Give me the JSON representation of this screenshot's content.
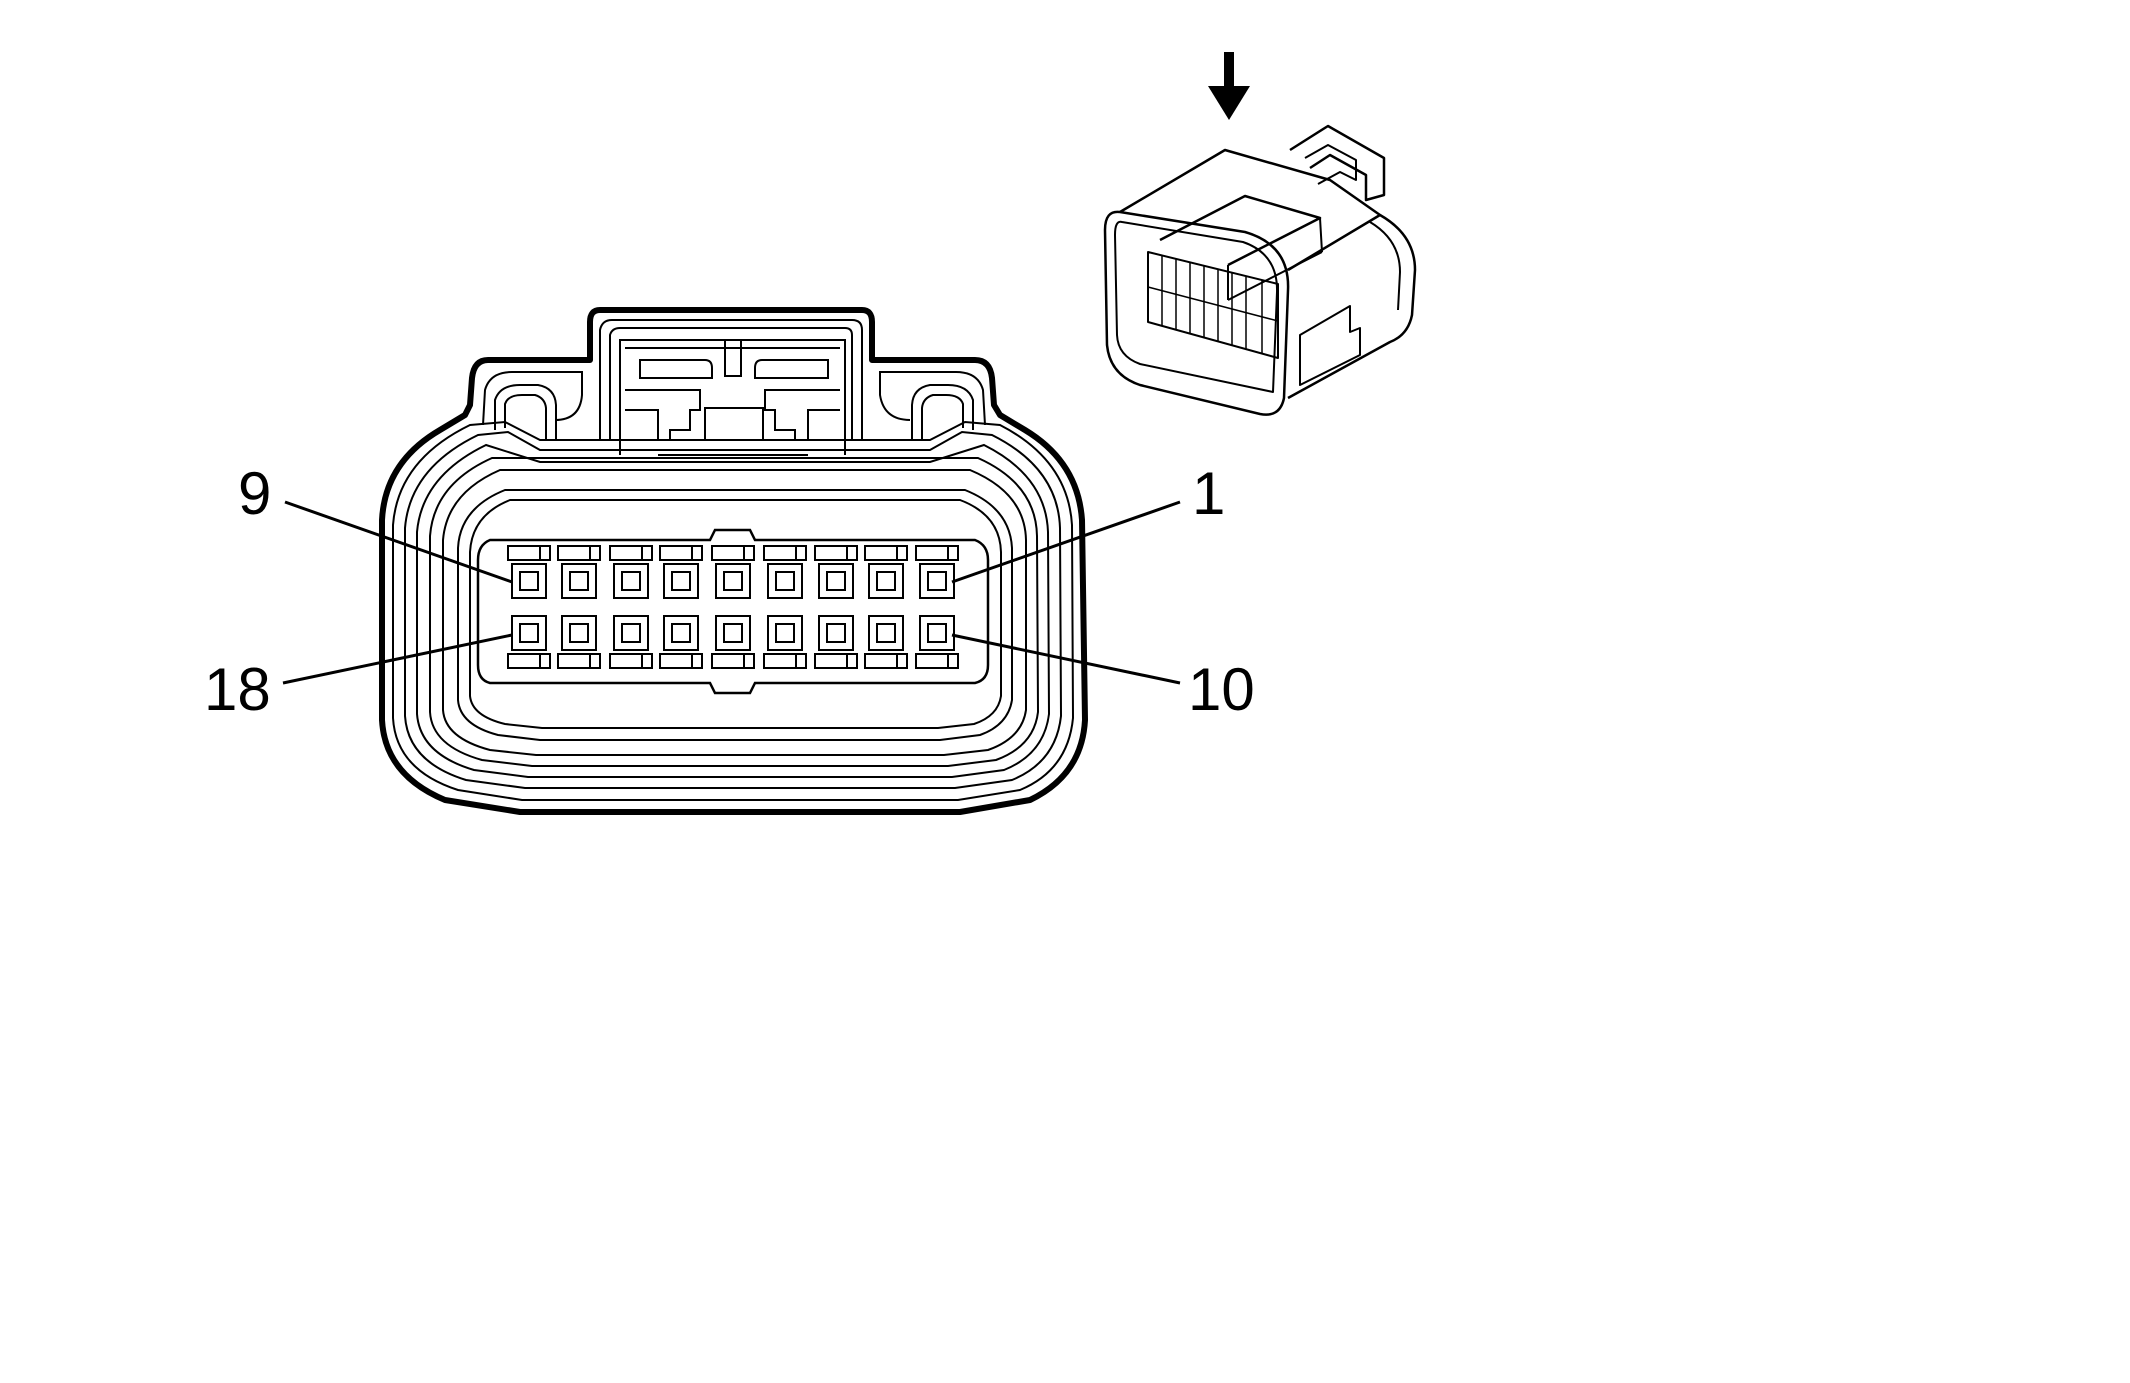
{
  "diagram": {
    "type": "connector-face-view",
    "pin_rows": 2,
    "pins_per_row": 9,
    "labels": {
      "top_left": "9",
      "top_right": "1",
      "bottom_left": "18",
      "bottom_right": "10"
    },
    "view_arrow_icon": "down-arrow-icon",
    "line_color": "#000000",
    "background_color": "#ffffff"
  }
}
